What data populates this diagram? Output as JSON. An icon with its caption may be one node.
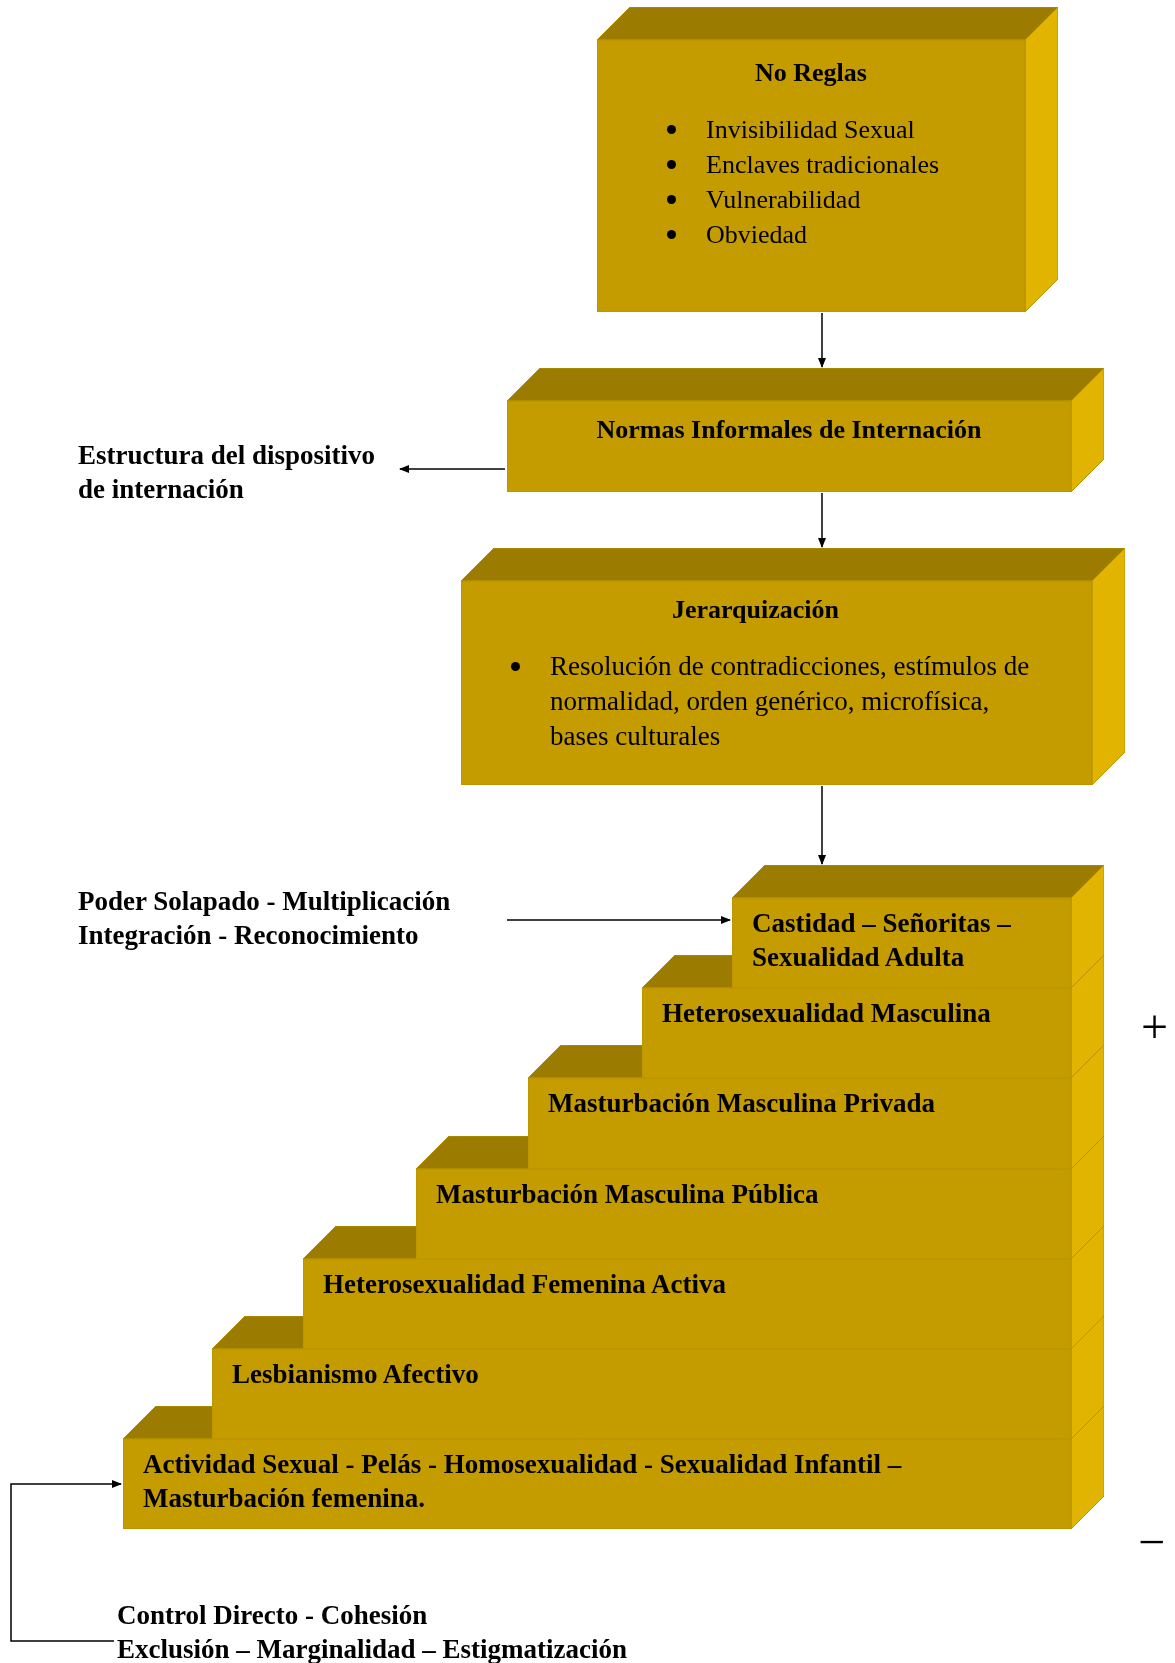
{
  "diagram": {
    "nodes": [
      {
        "text": [
          "No Reglas",
          "Invisibilidad Sexual",
          "Enclaves tradicionales",
          "Vulnerabilidad",
          "Obviedad"
        ]
      },
      {
        "text": [
          "Normas Informales de Internación"
        ]
      },
      {
        "text": [
          "Jerarquización",
          "Resolución de contradicciones, estímulos de normalidad, orden genérico, microfísica, bases culturales"
        ]
      },
      {
        "text": [
          "Castidad – Señoritas – Sexualidad Adulta"
        ]
      },
      {
        "text": [
          "Heterosexualidad Masculina"
        ]
      },
      {
        "text": [
          "Masturbación Masculina Privada"
        ]
      },
      {
        "text": [
          "Masturbación Masculina Pública"
        ]
      },
      {
        "text": [
          "Heterosexualidad Femenina Activa"
        ]
      },
      {
        "text": [
          "Lesbianismo Afectivo"
        ]
      },
      {
        "text": [
          "Actividad Sexual - Pelás - Homosexualidad - Sexualidad Infantil – Masturbación femenina."
        ]
      },
      {
        "text": [
          "Estructura del dispositivo de internación"
        ]
      },
      {
        "text": [
          "Poder Solapado - Multiplicación Integración - Reconocimiento"
        ]
      },
      {
        "text": [
          "Control Directo - Cohesión",
          "Exclusión – Marginalidad – Estigmatización"
        ]
      }
    ],
    "edges": [
      {
        "from": 0,
        "to": 1,
        "arrow": "to"
      },
      {
        "from": 1,
        "to": 10,
        "arrow": "to"
      },
      {
        "from": 1,
        "to": 2,
        "arrow": "to"
      },
      {
        "from": 2,
        "to": 3,
        "arrow": "to"
      },
      {
        "from": 11,
        "to": 3,
        "arrow": "to"
      },
      {
        "from": 12,
        "to": 9,
        "arrow": "to"
      }
    ],
    "labels": [
      "+",
      "−"
    ]
  }
}
